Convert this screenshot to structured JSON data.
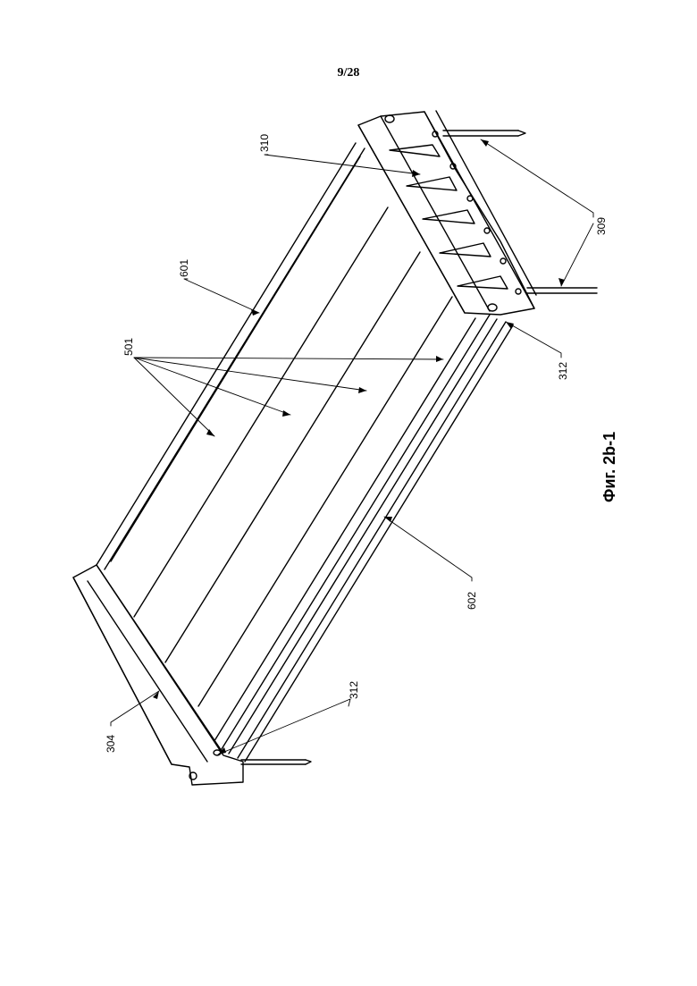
{
  "page": {
    "number": "9/28"
  },
  "figure": {
    "caption": "Фиг. 2b-1"
  },
  "labels": {
    "l310": "310",
    "l601": "601",
    "l501": "501",
    "l309": "309",
    "l312_top": "312",
    "l312_bottom": "312",
    "l602": "602",
    "l304": "304"
  },
  "colors": {
    "ink": "#000000",
    "paper": "#ffffff"
  }
}
